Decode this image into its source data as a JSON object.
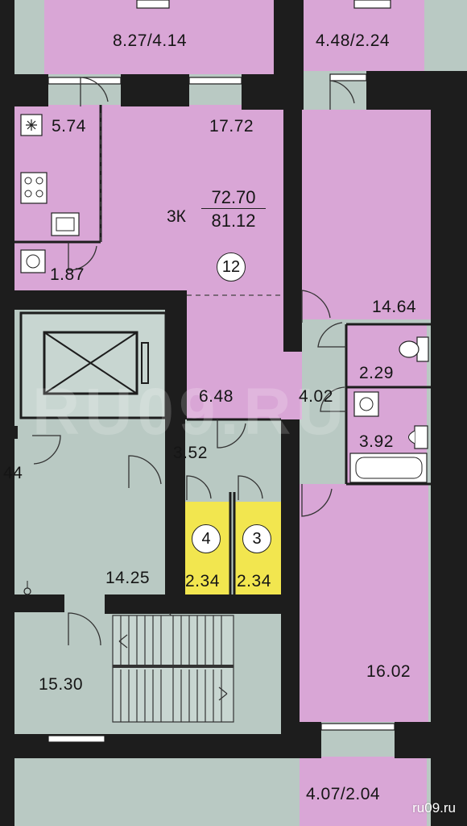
{
  "colors": {
    "apartment": "#d9a6d6",
    "common": "#b9c9c3",
    "storage": "#f2e64f",
    "wall": "#1d1d1d"
  },
  "apartment": {
    "number": "12",
    "type": "3К",
    "living_area": "72.70",
    "total_area": "81.12"
  },
  "rooms": {
    "balcony_left": "8.27/4.14",
    "balcony_right_top": "4.48/2.24",
    "kitchen": "5.74",
    "living_room": "17.72",
    "laundry": "1.87",
    "bedroom_right": "14.64",
    "wc": "2.29",
    "hall": "6.48",
    "corridor": "4.02",
    "bathroom": "3.92",
    "bedroom_bottom": "16.02",
    "balcony_bottom": "4.07/2.04",
    "vestibule": "3.52",
    "lobby": "14.25",
    "stair_landing": "15.30",
    "left_edge": "44"
  },
  "storage": [
    {
      "number": "4",
      "area": "2.34"
    },
    {
      "number": "3",
      "area": "2.34"
    }
  ],
  "icons": [
    "exhaust-fan-icon",
    "stove-icon",
    "sink-icon",
    "washing-machine-icon",
    "toilet-icon",
    "bathtub-icon",
    "elevator-icon"
  ],
  "watermark": "ru09.ru"
}
